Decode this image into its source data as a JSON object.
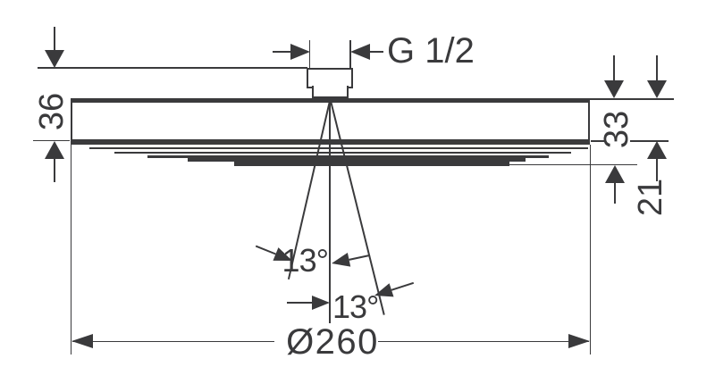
{
  "colors": {
    "ink": "#3a3a3c",
    "background": "#ffffff"
  },
  "labels": {
    "thread": "G 1/2",
    "overall_height": "36",
    "body_height": "33",
    "spray_plate_height": "21",
    "spray_angle_left": "13°",
    "spray_angle_right": "13°",
    "diameter": "Ø260"
  }
}
